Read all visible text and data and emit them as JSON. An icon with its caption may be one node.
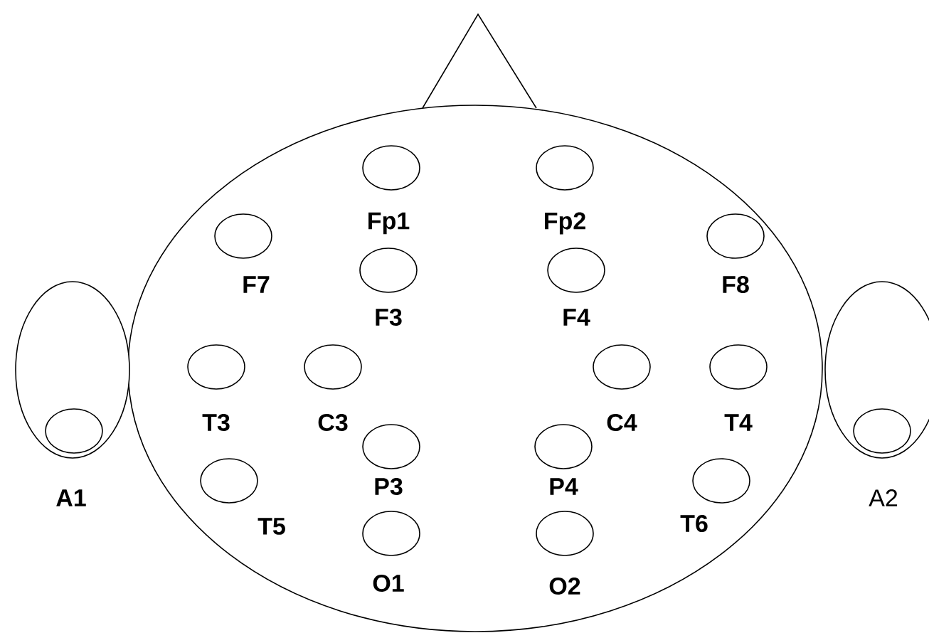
{
  "diagram": {
    "nodes": [
      {
        "text": [],
        "shape": "ellipse"
      },
      {
        "text": [
          "Fp1"
        ],
        "in": 0
      },
      {
        "text": [
          "Fp2"
        ],
        "in": 0
      },
      {
        "text": [
          "F7"
        ],
        "in": 0
      },
      {
        "text": [
          "F8"
        ],
        "in": 0
      },
      {
        "text": [
          "F3"
        ],
        "in": 0
      },
      {
        "text": [
          "F4"
        ],
        "in": 0
      },
      {
        "text": [
          "T3"
        ],
        "in": 0
      },
      {
        "text": [
          "C3"
        ],
        "in": 0
      },
      {
        "text": [
          "C4"
        ],
        "in": 0
      },
      {
        "text": [
          "T4"
        ],
        "in": 0
      },
      {
        "text": [
          "P3"
        ],
        "in": 0
      },
      {
        "text": [
          "P4"
        ],
        "in": 0
      },
      {
        "text": [
          "T5"
        ],
        "in": 0
      },
      {
        "text": [
          "T6"
        ],
        "in": 0
      },
      {
        "text": [
          "O1"
        ],
        "in": 0
      },
      {
        "text": [
          "O2"
        ],
        "in": 0
      },
      {
        "text": [],
        "shape": "ellipse"
      },
      {
        "text": [
          "A1"
        ],
        "in": 17
      },
      {
        "text": [],
        "shape": "ellipse"
      },
      {
        "text": [
          "A2"
        ],
        "in": 19
      }
    ],
    "edges": []
  }
}
